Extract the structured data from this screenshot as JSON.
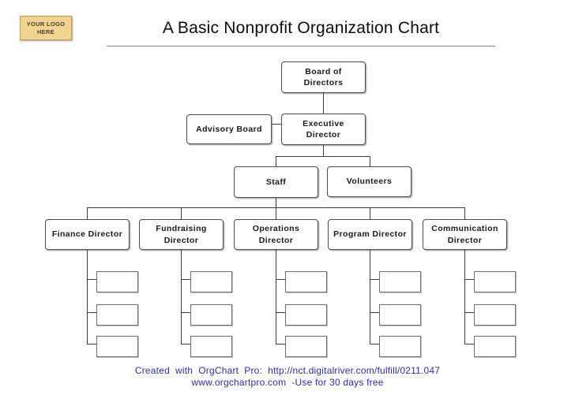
{
  "header": {
    "title": "A Basic Nonprofit Organization Chart"
  },
  "logo": {
    "line1": "YOUR LOGO",
    "line2": "HERE"
  },
  "chart": {
    "type": "org-chart",
    "nodes": {
      "board": {
        "label": "Board of\nDirectors"
      },
      "advisory": {
        "label": "Advisory Board"
      },
      "executive": {
        "label": "Executive\nDirector"
      },
      "staff": {
        "label": "Staff"
      },
      "volunteers": {
        "label": "Volunteers"
      },
      "finance": {
        "label": "Finance Director"
      },
      "fundraising": {
        "label": "Fundraising\nDirector"
      },
      "operations": {
        "label": "Operations\nDirector"
      },
      "program": {
        "label": "Program Director"
      },
      "communication": {
        "label": "Communication\nDirector"
      }
    },
    "edges": [
      [
        "board",
        "executive"
      ],
      [
        "advisory",
        "executive"
      ],
      [
        "executive",
        "staff"
      ],
      [
        "executive",
        "volunteers"
      ],
      [
        "staff",
        "finance"
      ],
      [
        "staff",
        "fundraising"
      ],
      [
        "staff",
        "operations"
      ],
      [
        "staff",
        "program"
      ],
      [
        "staff",
        "communication"
      ]
    ],
    "empty_slots_per_director": 3
  },
  "footer": {
    "line1": "Created  with  OrgChart  Pro:  http://nct.digitalriver.com/fulfill/0211.047",
    "line2": "www.orgchartpro.com  -Use for 30 days free"
  },
  "colors": {
    "footer_text": "#2E2EA8",
    "logo_bg": "#F2D48E",
    "logo_border": "#BD9E55",
    "box_border": "#4B4B4B",
    "slot_border": "#6E6E6E",
    "connector": "#3D3D3D",
    "rule": "#828282"
  }
}
